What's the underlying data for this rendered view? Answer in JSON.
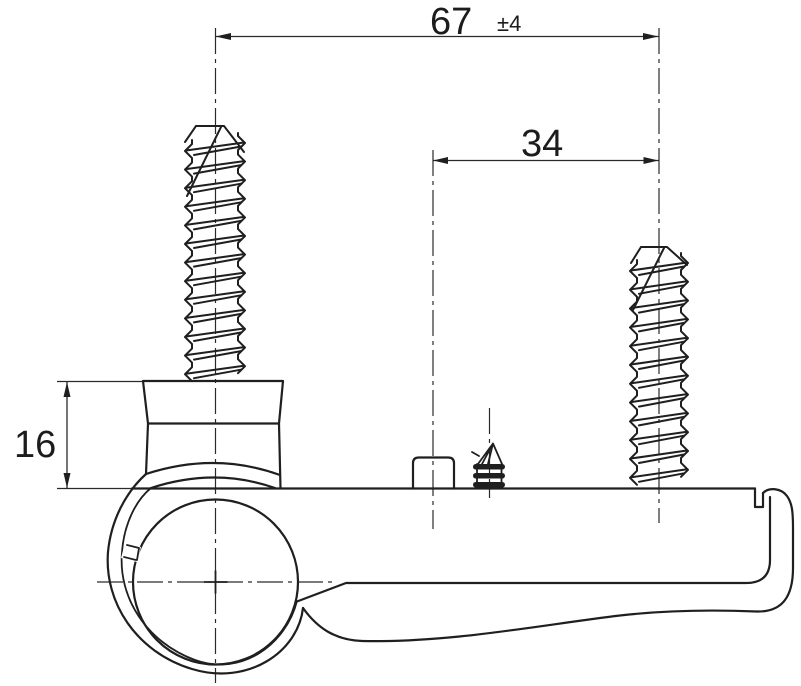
{
  "dimensions": {
    "overall_width": {
      "value": "67",
      "tolerance": "±4"
    },
    "screw_spacing": {
      "value": "34"
    },
    "block_height": {
      "value": "16"
    }
  }
}
